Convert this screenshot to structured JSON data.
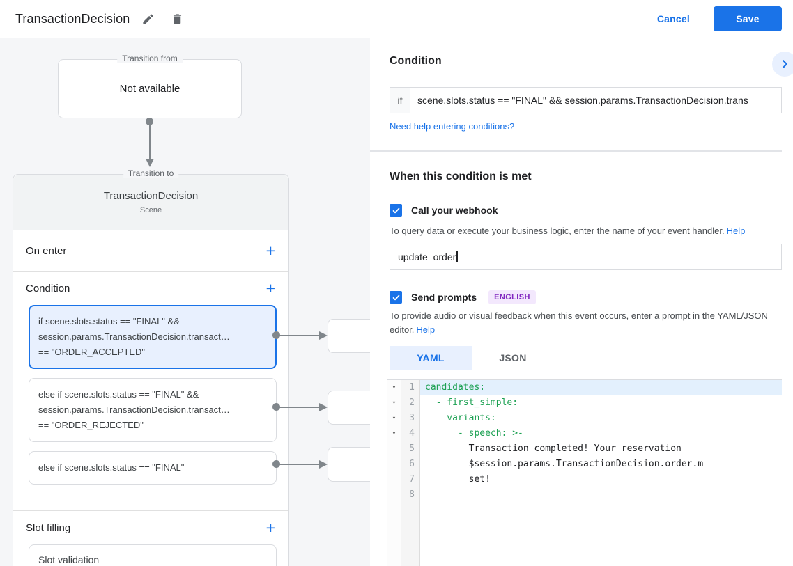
{
  "header": {
    "title": "TransactionDecision",
    "cancel_label": "Cancel",
    "save_label": "Save"
  },
  "colors": {
    "accent_blue": "#1a73e8",
    "selected_card_bg": "#e8f0fe",
    "canvas_bg": "#f5f6f8",
    "code_green": "#1da153",
    "line_highlight": "#e3f0fd",
    "badge_bg": "#f3e8fd",
    "badge_text": "#8126c0"
  },
  "icons": {
    "add": "+",
    "fold": "▾"
  },
  "diagram": {
    "transition_from": {
      "legend": "Transition from",
      "content": "Not available"
    },
    "transition_to": {
      "legend": "Transition to",
      "title": "TransactionDecision",
      "subtitle": "Scene"
    },
    "on_enter": {
      "label": "On enter"
    },
    "condition": {
      "label": "Condition"
    },
    "slot_filling": {
      "label": "Slot filling",
      "item_label": "Slot validation"
    },
    "conditions": [
      {
        "lines": [
          "if scene.slots.status == \"FINAL\" &&",
          "session.params.TransactionDecision.transact…",
          "== \"ORDER_ACCEPTED\""
        ]
      },
      {
        "lines": [
          "else if scene.slots.status == \"FINAL\" &&",
          "session.params.TransactionDecision.transact…",
          "== \"ORDER_REJECTED\""
        ]
      },
      {
        "lines": [
          "else if scene.slots.status == \"FINAL\""
        ]
      }
    ]
  },
  "panel": {
    "title": "Condition",
    "if_label": "if",
    "condition_value": "scene.slots.status == \"FINAL\" && session.params.TransactionDecision.trans",
    "help_link": "Need help entering conditions?",
    "when_title": "When this condition is met",
    "webhook": {
      "label": "Call your webhook",
      "helper": "To query data or execute your business logic, enter the name of your event handler.",
      "helper_link": "Help",
      "value": "update_order"
    },
    "prompts": {
      "label": "Send prompts",
      "badge": "ENGLISH",
      "helper": "To provide audio or visual feedback when this event occurs, enter a prompt in the YAML/JSON editor.",
      "helper_link": "Help"
    },
    "tabs": {
      "yaml": "YAML",
      "json": "JSON"
    },
    "editor": {
      "lines": [
        {
          "num": "1",
          "text": "candidates:"
        },
        {
          "num": "2",
          "text": "  - first_simple:"
        },
        {
          "num": "3",
          "text": "    variants:"
        },
        {
          "num": "4",
          "text": "      - speech: >-"
        },
        {
          "num": "5",
          "text": "        Transaction completed! Your reservation"
        },
        {
          "num": "6",
          "text": "        $session.params.TransactionDecision.order.m"
        },
        {
          "num": "7",
          "text": "        set!"
        },
        {
          "num": "8",
          "text": ""
        }
      ]
    }
  }
}
